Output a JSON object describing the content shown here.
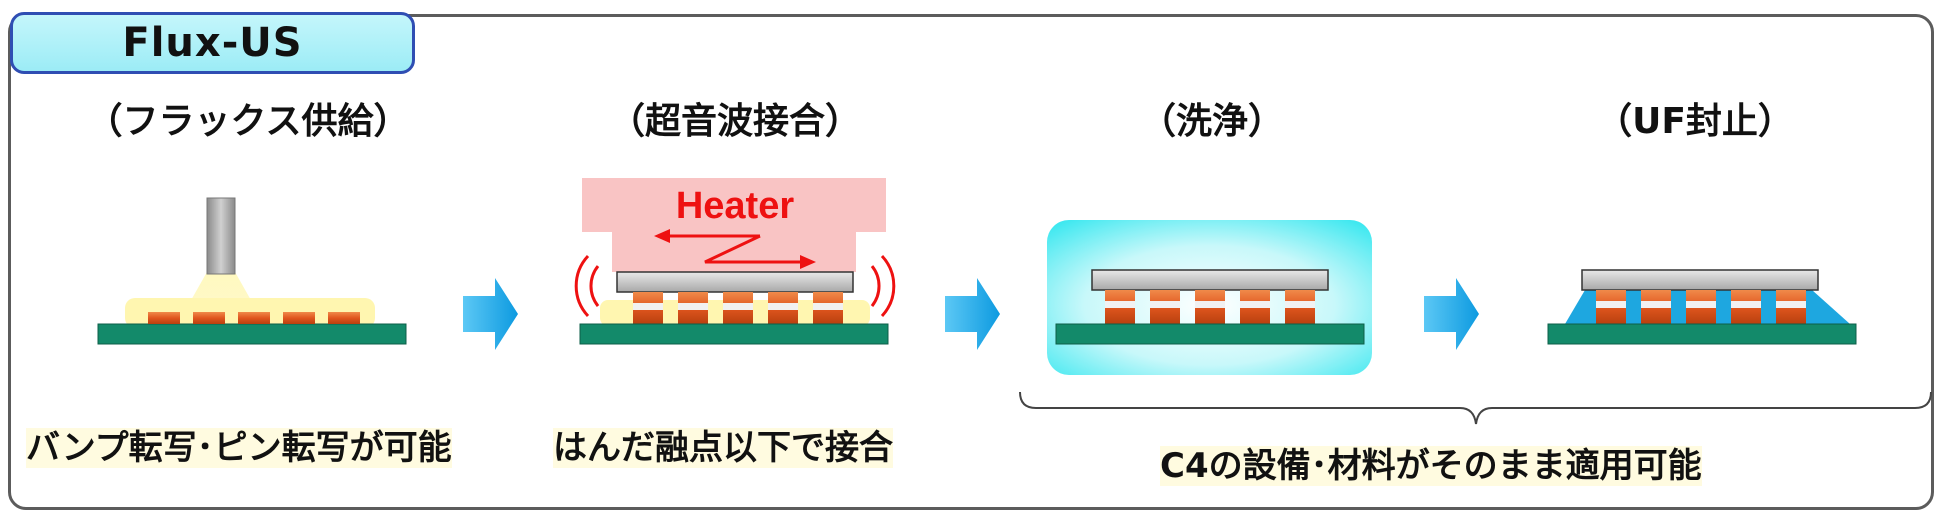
{
  "title": "Flux-US",
  "steps": [
    {
      "label": "（フラックス供給）"
    },
    {
      "label": "（超音波接合）"
    },
    {
      "label": "（洗浄）"
    },
    {
      "label": "（UF封止）"
    }
  ],
  "heater_label": "Heater",
  "captions": {
    "step1": "バンプ転写･ピン転写が可能",
    "step2": "はんだ融点以下で接合",
    "steps34": "C4の設備･材料がそのまま適用可能"
  },
  "colors": {
    "substrate": "#138a6a",
    "bump": "#e0561e",
    "chip": "#c9c9c9",
    "flux": "#fff6b0",
    "heater": "#f9c4c4",
    "heater_text": "#ee1111",
    "wash": "#7ff0f5",
    "underfill": "#1ea7e0",
    "arrow": "#1aa9ea",
    "title_border": "#2f4eb3"
  }
}
